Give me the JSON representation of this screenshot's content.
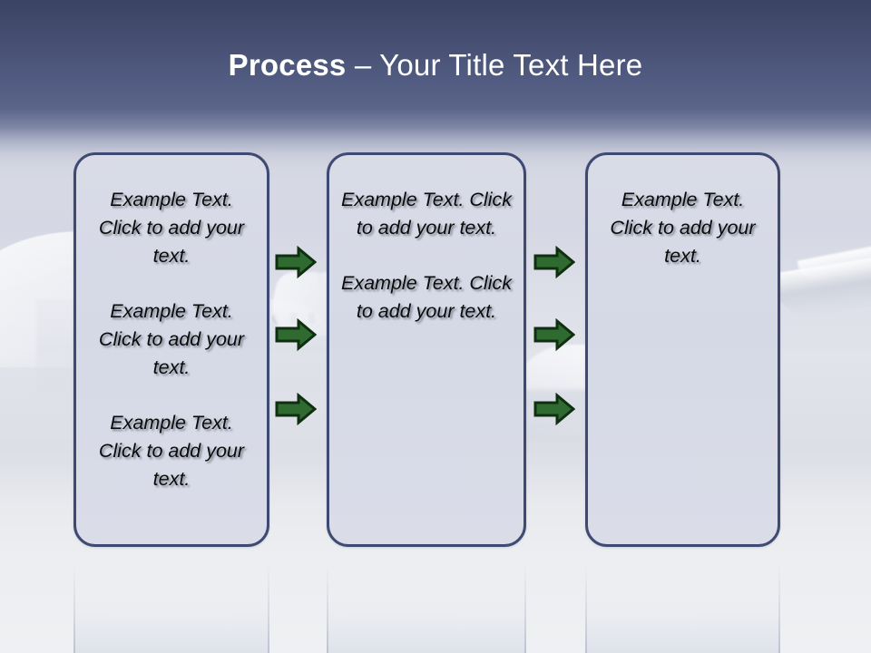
{
  "slide": {
    "title_strong": "Process",
    "title_rest": " – Your Title Text Here",
    "background_top_color": "#3b4365",
    "background_mid_color": "#5b6589",
    "background_bottom_color": "#eff0f3",
    "box_border_color": "#3f4a73",
    "box_fill_color": "#d6dae6",
    "arrow_color": "#2f6b31",
    "arrow_outline_color": "#10320f",
    "title_color": "#ffffff",
    "body_text_color": "#0b0b0b"
  },
  "boxes": [
    {
      "name": "process-box-1",
      "paragraphs": [
        "Example Text. Click  to add your text.",
        "Example Text. Click  to add your text.",
        "Example Text. Click  to add your text."
      ]
    },
    {
      "name": "process-box-2",
      "paragraphs": [
        "Example Text. Click  to add your text.",
        "Example Text. Click  to add your text."
      ]
    },
    {
      "name": "process-box-3",
      "paragraphs": [
        "Example Text. Click  to add your text."
      ]
    }
  ],
  "arrows": {
    "icon": "right-arrow-icon",
    "count_left_column": 3,
    "count_right_column": 3
  }
}
